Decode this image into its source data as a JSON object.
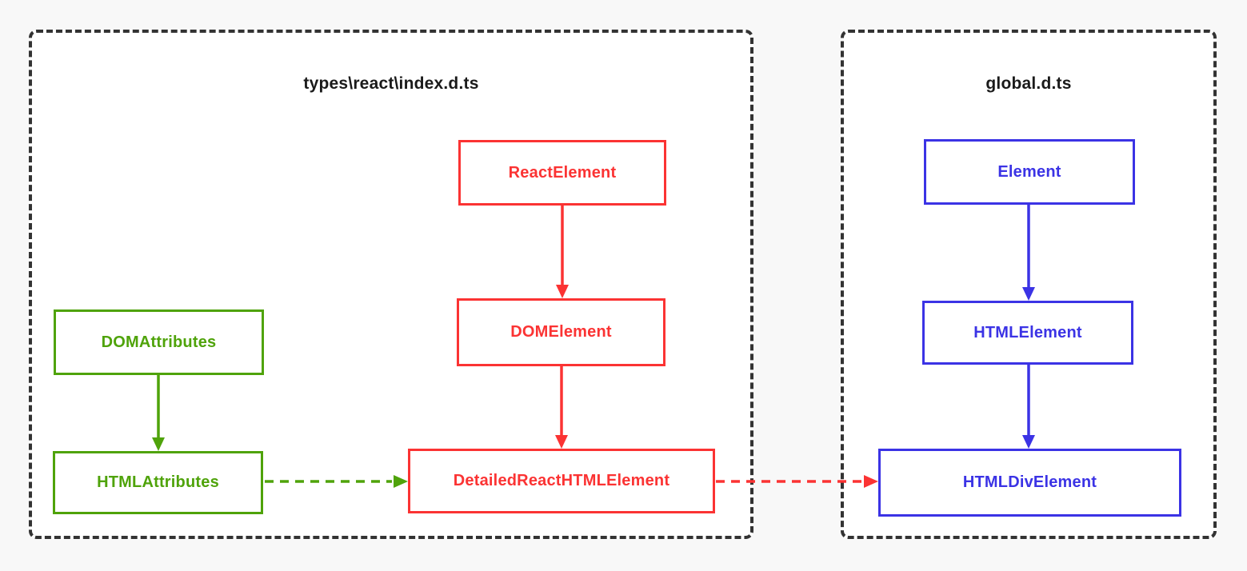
{
  "colors": {
    "red": "#fb3333",
    "green": "#4fa30a",
    "blue": "#3b33e5",
    "frame": "#333333",
    "canvas_bg": "#f8f8f8",
    "panel_bg": "#ffffff",
    "title": "#1a1a1a"
  },
  "containers": {
    "react_types": {
      "title": "types\\react\\index.d.ts"
    },
    "global_types": {
      "title": "global.d.ts"
    }
  },
  "nodes": {
    "react_element": {
      "label": "ReactElement",
      "color": "red"
    },
    "dom_element": {
      "label": "DOMElement",
      "color": "red"
    },
    "detailed_react_html_element": {
      "label": "DetailedReactHTMLElement",
      "color": "red"
    },
    "dom_attributes": {
      "label": "DOMAttributes",
      "color": "green"
    },
    "html_attributes": {
      "label": "HTMLAttributes",
      "color": "green"
    },
    "element": {
      "label": "Element",
      "color": "blue"
    },
    "html_element": {
      "label": "HTMLElement",
      "color": "blue"
    },
    "html_div_element": {
      "label": "HTMLDivElement",
      "color": "blue"
    }
  },
  "edges": [
    {
      "from": "ReactElement",
      "to": "DOMElement",
      "style": "solid",
      "color": "red"
    },
    {
      "from": "DOMElement",
      "to": "DetailedReactHTMLElement",
      "style": "solid",
      "color": "red"
    },
    {
      "from": "DOMAttributes",
      "to": "HTMLAttributes",
      "style": "solid",
      "color": "green"
    },
    {
      "from": "HTMLAttributes",
      "to": "DetailedReactHTMLElement",
      "style": "dashed",
      "color": "green"
    },
    {
      "from": "DetailedReactHTMLElement",
      "to": "HTMLDivElement",
      "style": "dashed",
      "color": "red"
    },
    {
      "from": "Element",
      "to": "HTMLElement",
      "style": "solid",
      "color": "blue"
    },
    {
      "from": "HTMLElement",
      "to": "HTMLDivElement",
      "style": "solid",
      "color": "blue"
    }
  ]
}
